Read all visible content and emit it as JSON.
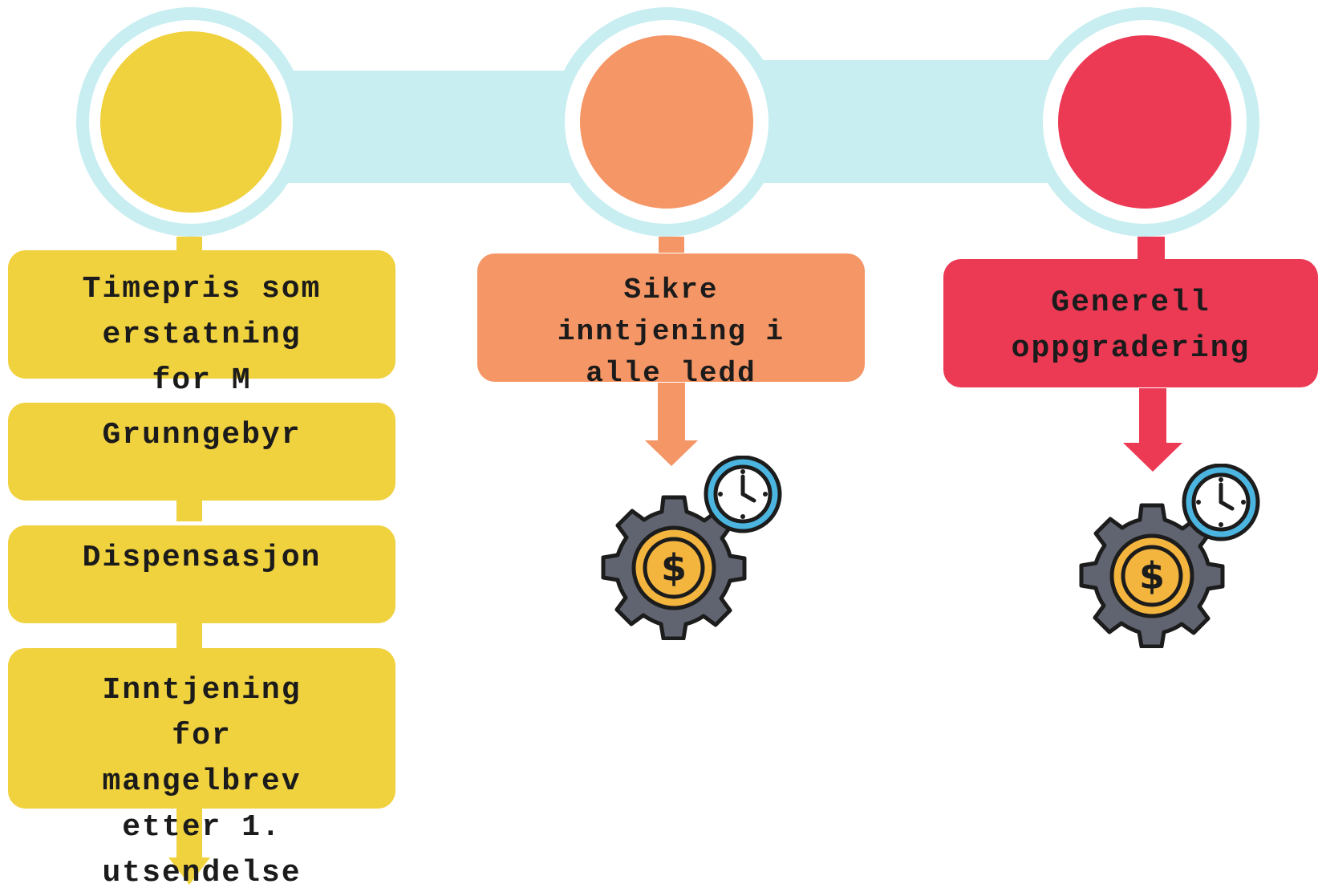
{
  "colors": {
    "band": "#c8eef1",
    "yellow": "#f0d13e",
    "orange": "#f59666",
    "red": "#ec3a55",
    "text": "#1b1b1b"
  },
  "columns": [
    {
      "id": "yellow",
      "color": "#f0d13e",
      "boxes": [
        {
          "lines": [
            "Timepris som",
            "erstatning",
            "for M"
          ]
        },
        {
          "lines": [
            "Grunngebyr"
          ]
        },
        {
          "lines": [
            "Dispensasjon"
          ]
        },
        {
          "lines": [
            "Inntjening",
            "for",
            "mangelbrev",
            "etter 1.",
            "utsendelse"
          ]
        }
      ]
    },
    {
      "id": "orange",
      "color": "#f59666",
      "boxes": [
        {
          "lines": [
            "Sikre",
            "inntjening i",
            "alle ledd"
          ]
        }
      ],
      "icon": "gear-dollar-clock-icon"
    },
    {
      "id": "red",
      "color": "#ec3a55",
      "boxes": [
        {
          "lines": [
            "Generell",
            "oppgradering"
          ]
        }
      ],
      "icon": "gear-dollar-clock-icon"
    }
  ]
}
